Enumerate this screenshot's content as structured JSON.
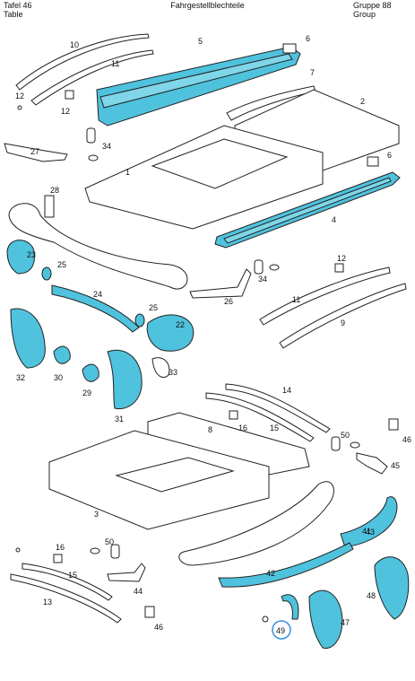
{
  "header": {
    "left": [
      "Tafel 46",
      "Table"
    ],
    "center": "Fahrgestellblechteile",
    "right": [
      "Gruppe 88",
      "Group"
    ]
  },
  "colors": {
    "highlight": "#4fc2dd",
    "highlight_light": "#7fd6e9",
    "outline": "#222222",
    "selection_circle": "#3a8fe0"
  },
  "callouts": [
    "1",
    "2",
    "3",
    "4",
    "5",
    "6",
    "6",
    "7",
    "8",
    "9",
    "10",
    "11",
    "11",
    "12",
    "12",
    "12",
    "13",
    "14",
    "15",
    "15",
    "16",
    "16",
    "22",
    "23",
    "24",
    "25",
    "25",
    "26",
    "27",
    "28",
    "29",
    "30",
    "31",
    "32",
    "33",
    "34",
    "34",
    "41",
    "42",
    "43",
    "44",
    "45",
    "46",
    "46",
    "47",
    "48",
    "49",
    "50",
    "50"
  ],
  "selected_callout": "49"
}
